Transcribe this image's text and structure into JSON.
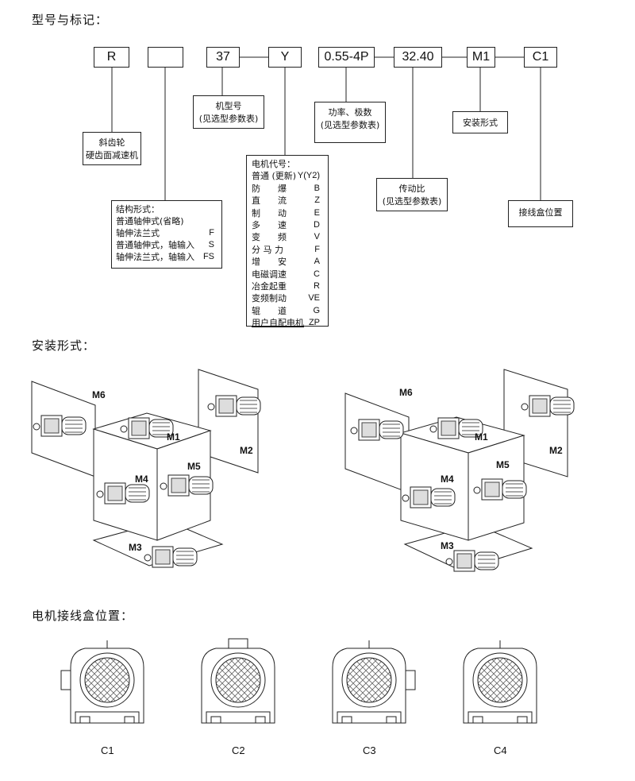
{
  "headings": {
    "model": "型号与标记：",
    "mounting": "安装形式：",
    "terminal": "电机接线盒位置："
  },
  "code_boxes": [
    "R",
    "",
    "37",
    "Y",
    "0.55-4P",
    "32.40",
    "M1",
    "C1"
  ],
  "descriptions": {
    "helical": [
      "斜齿轮",
      "硬齿面减速机"
    ],
    "frame": [
      "机型号",
      "(见选型参数表)"
    ],
    "power": [
      "功率、极数",
      "(见选型参数表)"
    ],
    "ratio": [
      "传动比",
      "(见选型参数表)"
    ],
    "mounting": [
      "安装形式"
    ],
    "terminal": [
      "接线盒位置"
    ]
  },
  "structure": {
    "title": "结构形式：",
    "rows": [
      {
        "name": "普通轴伸式(省略)",
        "code": ""
      },
      {
        "name": "轴伸法兰式",
        "code": "F"
      },
      {
        "name": "普通轴伸式，轴输入",
        "code": "S"
      },
      {
        "name": "轴伸法兰式，轴输入",
        "code": "FS"
      }
    ]
  },
  "motor": {
    "title": "电机代号：",
    "rows": [
      {
        "name": "普通 (更新)",
        "code": "Y(Y2)"
      },
      {
        "name": "防　　爆",
        "code": "B"
      },
      {
        "name": "直　　流",
        "code": "Z"
      },
      {
        "name": "制　　动",
        "code": "E"
      },
      {
        "name": "多　　速",
        "code": "D"
      },
      {
        "name": "变　　频",
        "code": "V"
      },
      {
        "name": "分 马 力",
        "code": "F"
      },
      {
        "name": "增　　安",
        "code": "A"
      },
      {
        "name": "电磁调速",
        "code": "C"
      },
      {
        "name": "冶金起重",
        "code": "R"
      },
      {
        "name": "变频制动",
        "code": "VE"
      },
      {
        "name": "辊　　道",
        "code": "G"
      },
      {
        "name": "用户自配电机",
        "code": "ZP"
      }
    ]
  },
  "mounting_labels_left": [
    "M6",
    "M1",
    "M2",
    "M4",
    "M5",
    "M3"
  ],
  "mounting_labels_right": [
    "M6",
    "M1",
    "M2",
    "M4",
    "M5",
    "M3"
  ],
  "terminal_positions": [
    "C1",
    "C2",
    "C3",
    "C4"
  ]
}
